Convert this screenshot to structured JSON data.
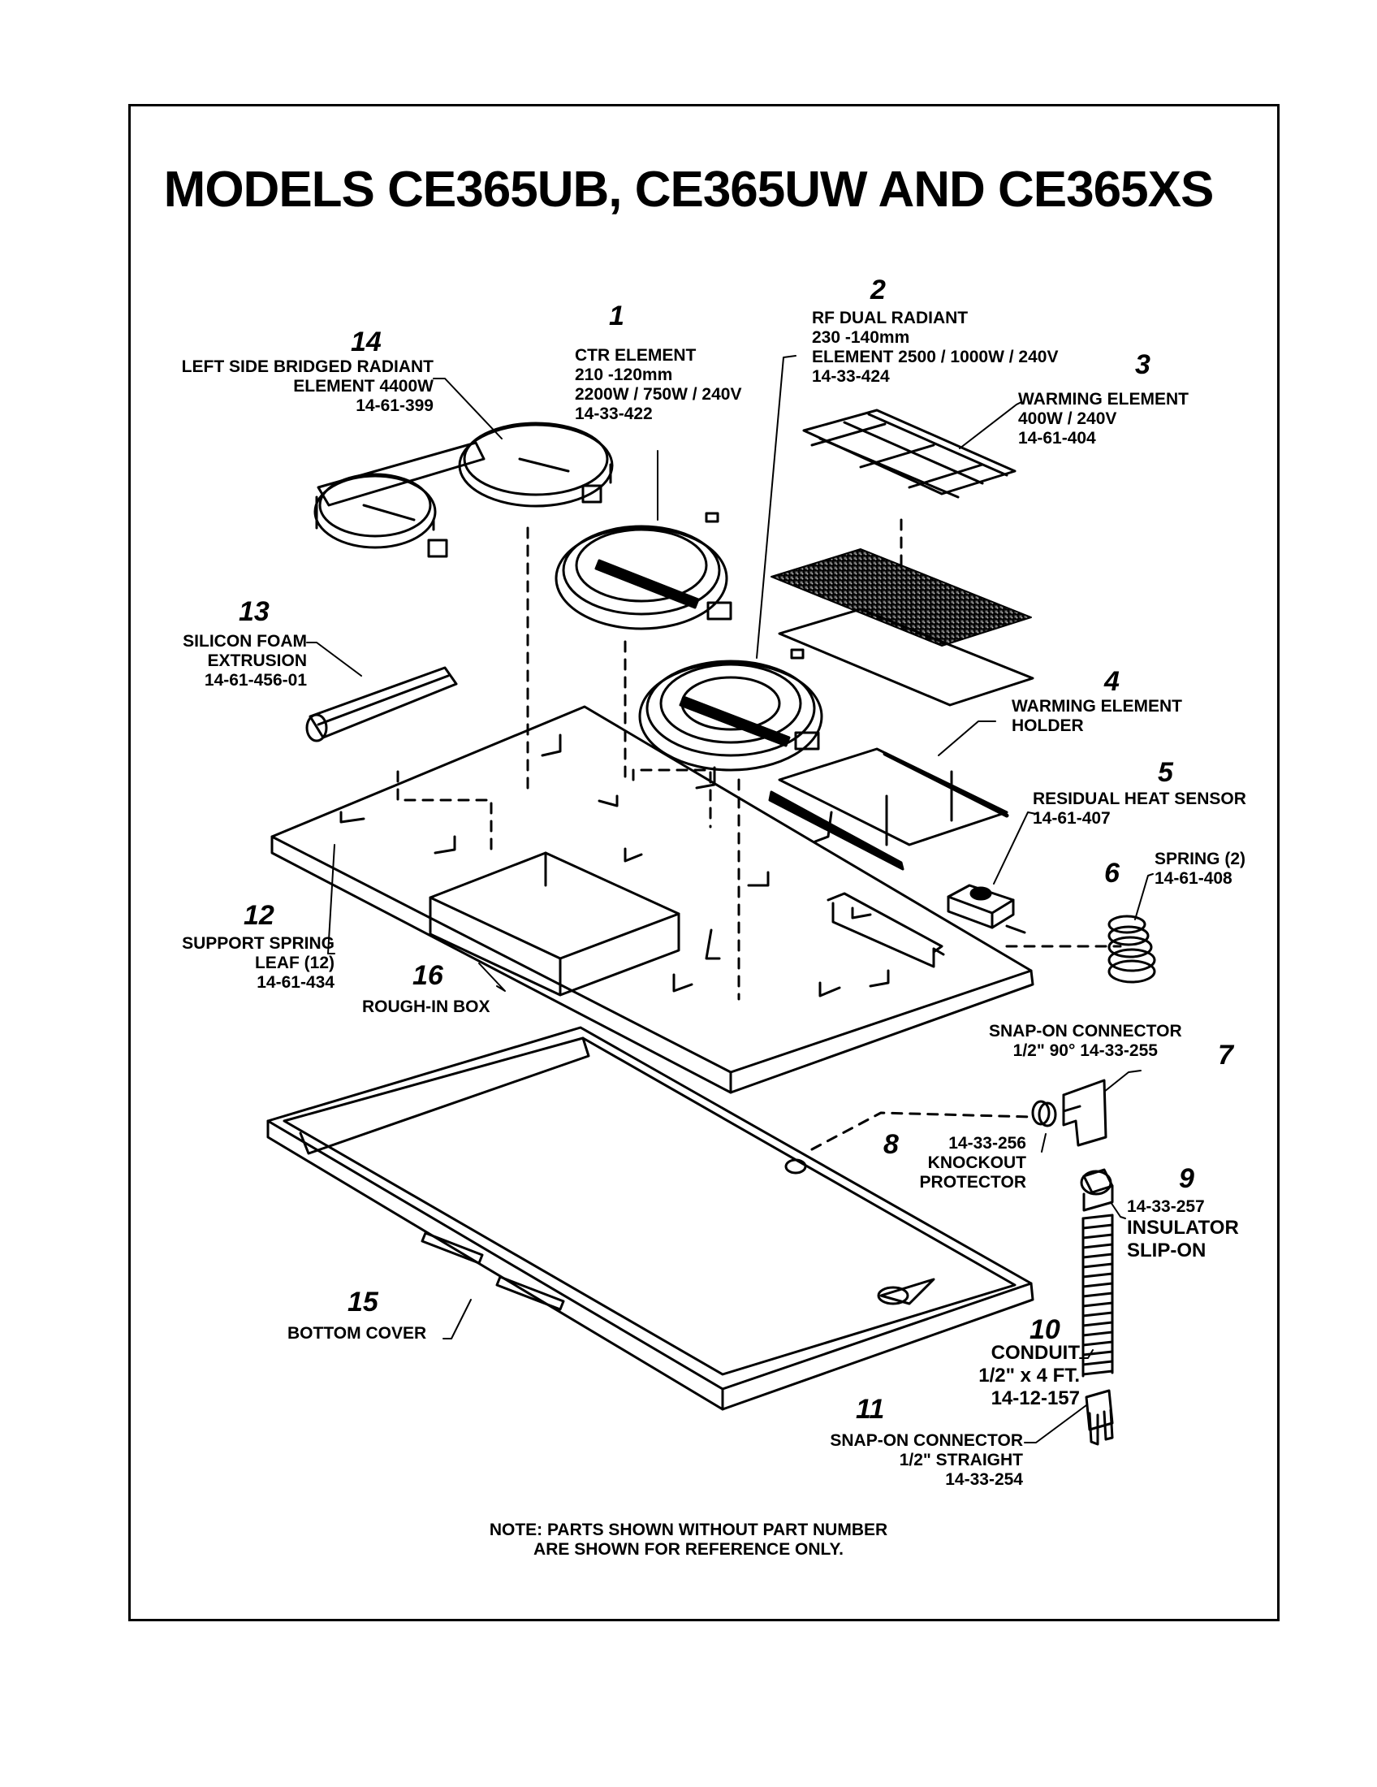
{
  "title": "MODELS CE365UB, CE365UW AND CE365XS",
  "parts": {
    "p1": {
      "num": "1",
      "lines": [
        "CTR ELEMENT",
        "210 -120mm",
        "2200W / 750W / 240V",
        "14-33-422"
      ]
    },
    "p2": {
      "num": "2",
      "lines": [
        "RF DUAL RADIANT",
        "230 -140mm",
        "ELEMENT 2500 / 1000W / 240V",
        "14-33-424"
      ]
    },
    "p3": {
      "num": "3",
      "lines": [
        "WARMING ELEMENT",
        "400W / 240V",
        "14-61-404"
      ]
    },
    "p4": {
      "num": "4",
      "lines": [
        "WARMING ELEMENT",
        "HOLDER"
      ]
    },
    "p5": {
      "num": "5",
      "lines": [
        "RESIDUAL HEAT SENSOR",
        "14-61-407"
      ]
    },
    "p6": {
      "num": "6",
      "lines": [
        "SPRING (2)",
        "14-61-408"
      ]
    },
    "p7": {
      "num": "7",
      "lines": [
        "SNAP-ON CONNECTOR",
        "1/2\" 90°   14-33-255"
      ]
    },
    "p8": {
      "num": "8",
      "lines": [
        "14-33-256",
        "KNOCKOUT",
        "PROTECTOR"
      ]
    },
    "p9": {
      "num": "9",
      "lines": [
        "14-33-257",
        "INSULATOR",
        "SLIP-ON"
      ]
    },
    "p10": {
      "num": "10",
      "lines": [
        "CONDUIT",
        "1/2\" x 4 FT.",
        "14-12-157"
      ]
    },
    "p11": {
      "num": "11",
      "lines": [
        "SNAP-ON CONNECTOR",
        "1/2\" STRAIGHT",
        "14-33-254"
      ]
    },
    "p12": {
      "num": "12",
      "lines": [
        "SUPPORT SPRING",
        "LEAF (12)",
        "14-61-434"
      ]
    },
    "p13": {
      "num": "13",
      "lines": [
        "SILICON FOAM",
        "EXTRUSION",
        "14-61-456-01"
      ]
    },
    "p14": {
      "num": "14",
      "lines": [
        "LEFT SIDE BRIDGED RADIANT",
        "ELEMENT 4400W",
        "14-61-399"
      ]
    },
    "p15": {
      "num": "15",
      "lines": [
        "BOTTOM COVER"
      ]
    },
    "p16": {
      "num": "16",
      "lines": [
        "ROUGH-IN BOX"
      ]
    }
  },
  "note": [
    "NOTE: PARTS SHOWN WITHOUT PART NUMBER",
    "ARE SHOWN FOR REFERENCE ONLY."
  ]
}
